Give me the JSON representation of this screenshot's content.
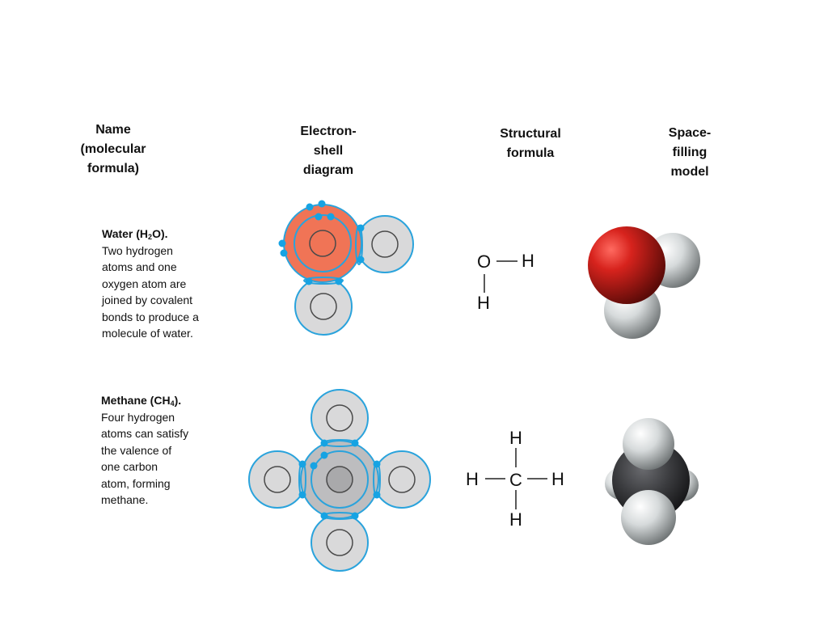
{
  "headers": {
    "name": [
      "Name",
      "(molecular",
      "formula)"
    ],
    "electron_shell": [
      "Electron-",
      "shell",
      "diagram"
    ],
    "structural": [
      "Structural",
      "formula"
    ],
    "space_filling": [
      "Space-",
      "filling",
      "model"
    ]
  },
  "water": {
    "title_prefix": "Water (H",
    "title_sub": "2",
    "title_suffix": "O).",
    "lines": [
      "Two hydrogen",
      "atoms and one",
      "oxygen atom are",
      "joined by covalent",
      "bonds to produce a",
      "molecule of water."
    ],
    "formula": {
      "o": "O",
      "h1": "H",
      "h2": "H"
    }
  },
  "methane": {
    "title_prefix": "Methane (CH",
    "title_sub": "4",
    "title_suffix": ").",
    "lines": [
      "Four hydrogen",
      "atoms can satisfy",
      "the valence of",
      "one carbon",
      "atom, forming",
      "methane."
    ],
    "formula": {
      "c": "C",
      "h_top": "H",
      "h_left": "H",
      "h_right": "H",
      "h_bottom": "H"
    }
  },
  "colors": {
    "shell_stroke": "#2aa3dc",
    "electron": "#16a3e3",
    "oxygen_fill": "#f07456",
    "hydrogen_fill": "#d9d9da",
    "carbon_fill": "#bdbdbf",
    "oxygen_model": "#c8201b",
    "carbon_model": "#3b3c3f"
  }
}
